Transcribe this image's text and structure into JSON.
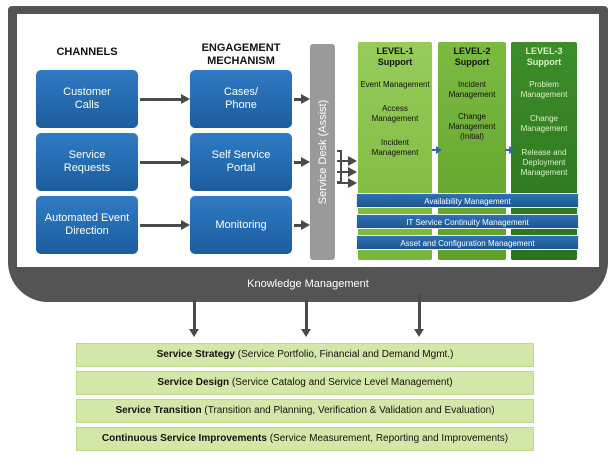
{
  "channels": {
    "heading": "CHANNELS",
    "items": [
      "Customer Calls",
      "Service Requests",
      "Automated Event Direction"
    ]
  },
  "engagement": {
    "heading_line1": "ENGAGEMENT",
    "heading_line2": "MECHANISM",
    "items": [
      "Cases/ Phone",
      "Self Service Portal",
      "Monitoring"
    ]
  },
  "service_desk": "Service Desk (Assist)",
  "levels": [
    {
      "title_line1": "LEVEL-1",
      "title_line2": "Support",
      "items": [
        "Event Management",
        "Access Management",
        "Incident Management"
      ]
    },
    {
      "title_line1": "LEVEL-2",
      "title_line2": "Support",
      "items": [
        "Incident Management",
        "Change Management (Initial)"
      ]
    },
    {
      "title_line1": "LEVEL-3",
      "title_line2": "Support",
      "items": [
        "Problem Management",
        "Change Management",
        "Release and Deployment Management"
      ]
    }
  ],
  "management_bars": [
    "Availability Management",
    "IT Service Continuity Management",
    "Asset and Configuration Management"
  ],
  "knowledge_management": "Knowledge Management",
  "service_bars": [
    {
      "title": "Service Strategy",
      "detail": "(Service Portfolio, Financial and Demand Mgmt.)"
    },
    {
      "title": "Service Design",
      "detail": "(Service Catalog and Service Level Management)"
    },
    {
      "title": "Service Transition",
      "detail": "(Transition and Planning, Verification & Validation and Evaluation)"
    },
    {
      "title": "Continuous Service Improvements",
      "detail": "(Service Measurement, Reporting and Improvements)"
    }
  ],
  "colors": {
    "frame": "#545454",
    "channel_blue": "#1c5d9e",
    "level1_green": "#7bb63c",
    "level2_green": "#5fa02a",
    "level3_green": "#2c7320",
    "service_bar_green": "#d3e8a8"
  }
}
